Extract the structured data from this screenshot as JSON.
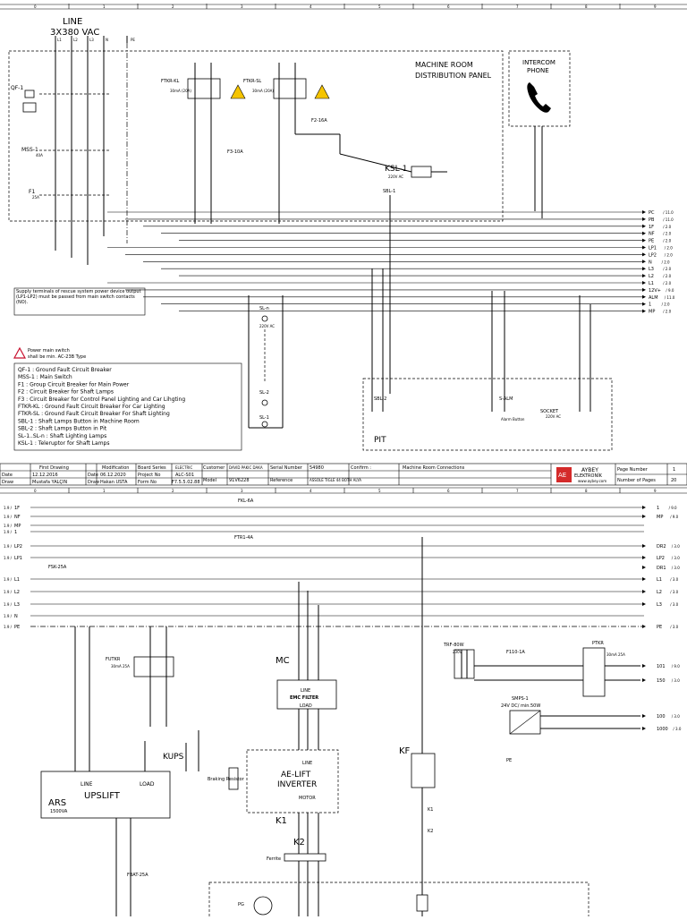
{
  "colors": {
    "line": "#000000",
    "warning": "#f5c400",
    "warning_mark": "#000000",
    "logo": "#d42a2a",
    "note_icon": "#c8102e"
  },
  "sheet1": {
    "grid_numbers": [
      "0",
      "1",
      "2",
      "3",
      "4",
      "5",
      "6",
      "7",
      "8",
      "9"
    ],
    "supply": {
      "line1": "LINE",
      "line2": "3X380 VAC"
    },
    "terms_top": {
      "l1": "L1",
      "l2": "L2",
      "l3": "L3",
      "n": "N",
      "pe": "PE"
    },
    "panel_title": {
      "line1": "MACHINE ROOM",
      "line2": "DISTRIBUTION PANEL"
    },
    "intercom": {
      "line1": "INTERCOM",
      "line2": "PHONE",
      "icon": "phone-icon"
    },
    "components": {
      "qf1": "QF-1",
      "mss1": "MSS-1",
      "mss1_rating": "40A",
      "f1": "F1",
      "f1_rating": "25A",
      "ftkr_kl": "FTKR-KL",
      "ftkr_kl_rating": "30mA (20A)",
      "ftkr_sl": "FTKR-SL",
      "ftkr_sl_rating": "30mA (20A)",
      "f2": "F2-16A",
      "f3": "F3-10A",
      "ksl1": "KSL-1",
      "ksl1_coil": "220V AC",
      "sbl1": "SBL-1",
      "sln": "SL-n",
      "sln_v": "220V AC",
      "sl2": "SL-2",
      "sl1": "SL-1"
    },
    "outputs": [
      {
        "name": "PC",
        "ref": "11.0"
      },
      {
        "name": "PB",
        "ref": "11.0"
      },
      {
        "name": "1F",
        "ref": "2.0"
      },
      {
        "name": "NF",
        "ref": "2.0"
      },
      {
        "name": "PE",
        "ref": "2.0"
      },
      {
        "name": "LP1",
        "ref": "2.0"
      },
      {
        "name": "LP2",
        "ref": "2.0"
      },
      {
        "name": "N",
        "ref": "2.0"
      },
      {
        "name": "L3",
        "ref": "2.0"
      },
      {
        "name": "L2",
        "ref": "2.0"
      },
      {
        "name": "L1",
        "ref": "2.0"
      },
      {
        "name": "12V+",
        "ref": "9.0"
      },
      {
        "name": "ALM",
        "ref": "11.0"
      },
      {
        "name": "1",
        "ref": "2.0"
      },
      {
        "name": "MP",
        "ref": "2.0"
      }
    ],
    "note": "Supply terminals of rescue system power device output (LP1-LP2) must be passed from main switch contacts (NO).",
    "power_note": {
      "line1": "Power main switch",
      "line2": "shall be min. AC-23B Type"
    },
    "legend": [
      "QF-1    : Ground Fault Circuit Breaker",
      "MSS-1   : Main Switch",
      "F1      : Group Circuit Breaker for Main Power",
      "F2      : Circuit Breaker for Shaft Lamps",
      "F3      : Circuit Breaker for Control Panel Lighting and Car Lihgting",
      "FTKR-KL : Ground Fault Circuit Breaker For Car Lighting",
      "FTKR-SL : Ground Fault Circuit Breaker For Shaft Lighting",
      "SBL-1 : Shaft Lamps Button in Machine Room",
      "SBL-2 : Shaft Lamps Button in Pit",
      "SL-1..SL-n : Shaft Lighting Lamps",
      "KSL-1  : Teleruptor for Shaft Lamps"
    ],
    "pit": {
      "label": "PIT",
      "sbl2": "SBL-2",
      "salm": "S-ALM",
      "alarm": "Alarm Button",
      "socket": "SOCKET",
      "socket_v": "220V AC"
    }
  },
  "title_block": {
    "first_drawing": "First Drawing",
    "modification": "Modification",
    "board_series": "Board Series",
    "board_series_val": "ELECTRIC",
    "customer": "Customer",
    "customer_val": "DAVID PAKIC DAKA",
    "serial_number": "Serial Number",
    "serial_val": "54980",
    "confirm": "Confirm :",
    "title": "Machine Room Connections",
    "page_number": "Page Number",
    "page_val": "1",
    "date": "Date",
    "date1": "12.12.2016",
    "date2": "06.12.2020",
    "project_no": "Project No",
    "project_val": "ALC-S01",
    "draw": "Draw",
    "draw1": "Mustafa YALÇIN",
    "draw2": "Hakan USTA",
    "form_no": "Form No",
    "form_val": "F7.5.5.02.88",
    "model": "Model",
    "model_val": "91V6228",
    "reference": "Reference",
    "reference_val": "ASSOLE TIGLE 44 BOTH ALYA",
    "number_of_pages": "Number of Pages",
    "pages_val": "20",
    "logo": {
      "mark": "AE",
      "line1": "AYBEY",
      "line2": "ELEKTRONİK",
      "web": "www.aybey.com"
    }
  },
  "sheet2": {
    "grid_numbers": [
      "0",
      "1",
      "2",
      "3",
      "4",
      "5",
      "6",
      "7",
      "8",
      "9"
    ],
    "inputs": [
      {
        "ref": "1.9 /",
        "name": "1F"
      },
      {
        "ref": "1.9 /",
        "name": "NF"
      },
      {
        "ref": "1.9 /",
        "name": "MP"
      },
      {
        "ref": "1.9 /",
        "name": "1"
      },
      {
        "ref": "1.9 /",
        "name": "LP2"
      },
      {
        "ref": "1.9 /",
        "name": "LP1"
      },
      {
        "ref": "1.9 /",
        "name": "L1"
      },
      {
        "ref": "1.9 /",
        "name": "L2"
      },
      {
        "ref": "1.9 /",
        "name": "L3"
      },
      {
        "ref": "1.9 /",
        "name": "N"
      },
      {
        "ref": "1.9 /",
        "name": "PE"
      }
    ],
    "outputs": [
      {
        "name": "1",
        "ref": "9.0"
      },
      {
        "name": "MP",
        "ref": "9.0"
      },
      {
        "name": "DR2",
        "ref": "3.0"
      },
      {
        "name": "LP2",
        "ref": "3.0"
      },
      {
        "name": "DR1",
        "ref": "3.0"
      },
      {
        "name": "L1",
        "ref": "3.0"
      },
      {
        "name": "L2",
        "ref": "3.0"
      },
      {
        "name": "L3",
        "ref": "3.0"
      },
      {
        "name": "PE",
        "ref": "3.0"
      },
      {
        "name": "101",
        "ref": "9.0"
      },
      {
        "name": "150",
        "ref": "3.0"
      },
      {
        "name": "100",
        "ref": "3.0"
      },
      {
        "name": "1000",
        "ref": "3.0"
      }
    ],
    "components": {
      "fkl": "FKL-6A",
      "ftr1": "FTR1-4A",
      "fsk": "FSK-25A",
      "futkr": "FUTKR",
      "futkr_rating": "30mA 25A",
      "mc": "MC",
      "emc": "EMC FILTER",
      "emc_line": "LINE",
      "emc_load": "LOAD",
      "trf": "TRF-80W",
      "trf_in": "230V",
      "f110": "F110-1A",
      "ptkr": "PTKR",
      "ptkr_rating": "30mA 25A",
      "smps": "SMPS-1",
      "smps_spec": "24V DC/ min.50W",
      "kf": "KF",
      "kups": "KUPS",
      "ars": "ARS",
      "ars_power": "1500VA",
      "upslift": "UPSLIFT",
      "ups_line": "LINE",
      "ups_load": "LOAD",
      "ae_lift": "AE-LIFT",
      "inverter": "INVERTER",
      "motor": "MOTOR",
      "inv_line": "LINE",
      "braking": "Braking Resistor",
      "k1": "K1",
      "k2": "K2",
      "ferrite": "Ferrite",
      "fbat": "FBAT-25A",
      "pg": "PG",
      "pe_sym": "PE"
    }
  }
}
